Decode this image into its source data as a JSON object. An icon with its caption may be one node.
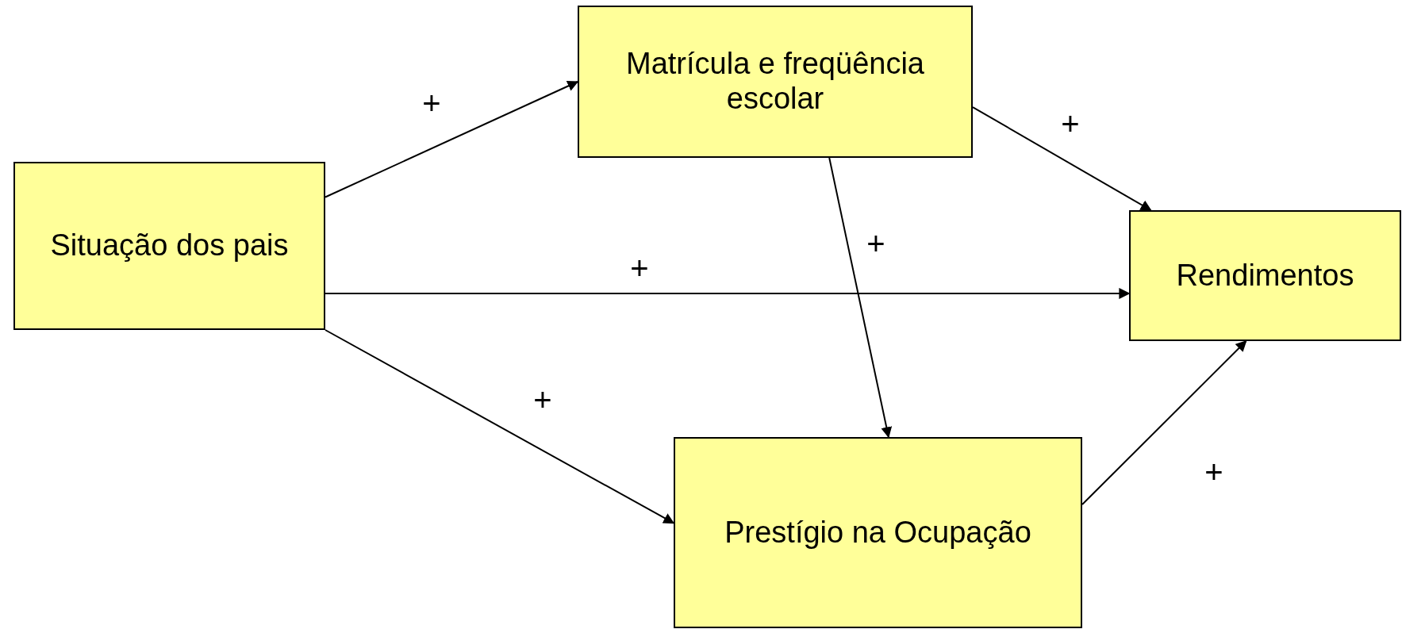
{
  "diagram": {
    "nodes": [
      {
        "text": [
          "Situação dos pais"
        ]
      },
      {
        "text": [
          "Matrícula e freqüência escolar"
        ]
      },
      {
        "text": [
          "Rendimentos"
        ]
      },
      {
        "text": [
          "Prestígio na Ocupação"
        ]
      }
    ],
    "edges": [
      {
        "from": 0,
        "to": 1,
        "arrow": "to",
        "label": "+"
      },
      {
        "from": 1,
        "to": 2,
        "arrow": "to",
        "label": "+"
      },
      {
        "from": 0,
        "to": 2,
        "arrow": "to",
        "label": "+"
      },
      {
        "from": 1,
        "to": 3,
        "arrow": "to",
        "label": "+"
      },
      {
        "from": 0,
        "to": 3,
        "arrow": "to",
        "label": "+"
      },
      {
        "from": 3,
        "to": 2,
        "arrow": "to",
        "label": "+"
      }
    ]
  }
}
